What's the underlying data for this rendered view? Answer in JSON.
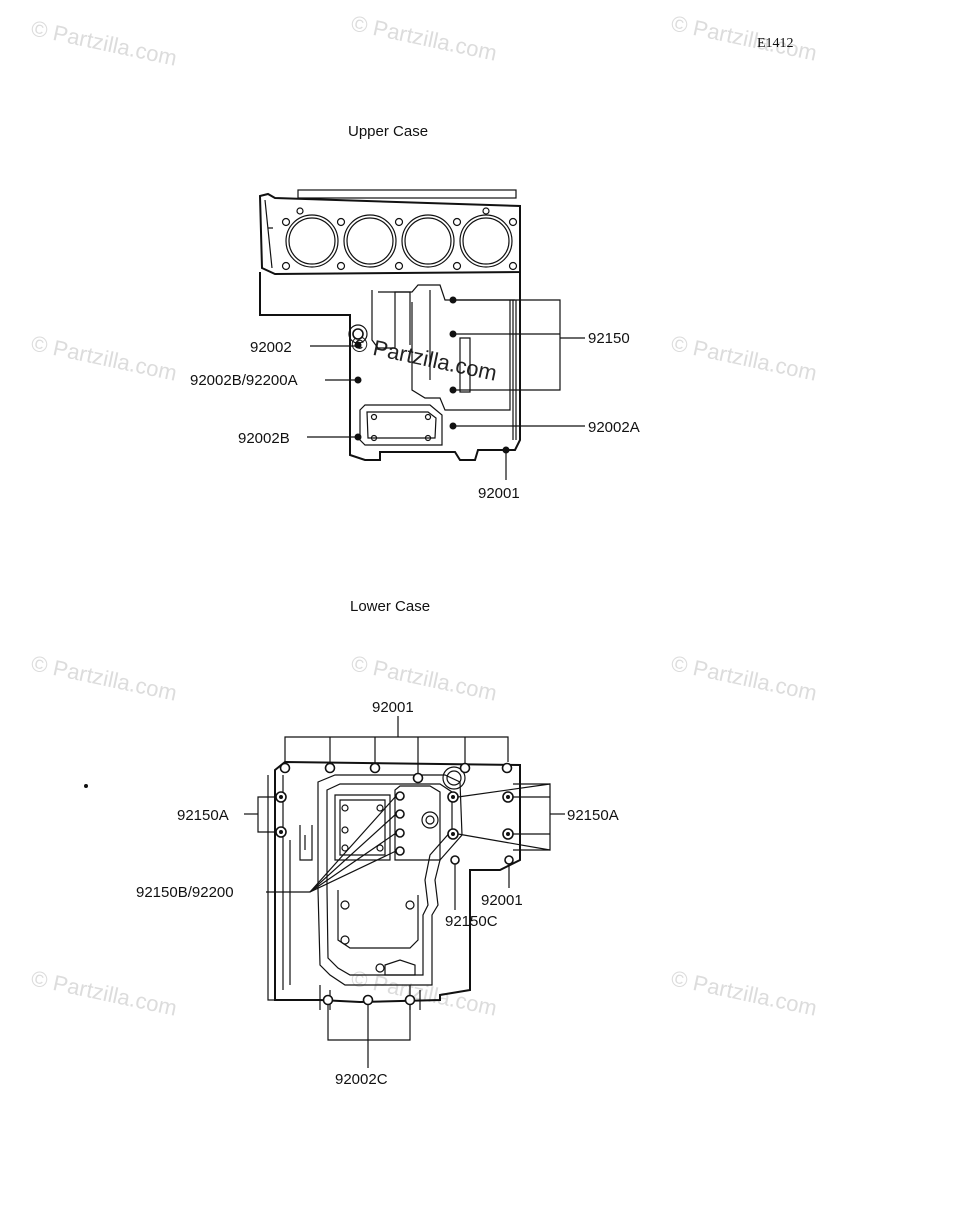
{
  "page_code": "E1412",
  "watermark_text": "© Partzilla.com",
  "upper_case": {
    "title": "Upper Case",
    "labels": {
      "l92002": "92002",
      "l92002B_92200A": "92002B/92200A",
      "l92002B": "92002B",
      "l92150": "92150",
      "l92002A": "92002A",
      "l92001": "92001"
    }
  },
  "lower_case": {
    "title": "Lower Case",
    "labels": {
      "l92001_top": "92001",
      "l92150A_left": "92150A",
      "l92150A_right": "92150A",
      "l92150B_92200": "92150B/92200",
      "l92001_right": "92001",
      "l92150C": "92150C",
      "l92002C": "92002C"
    }
  },
  "colors": {
    "ink": "#111111",
    "watermark": "#dcdcdc",
    "background": "#ffffff"
  }
}
